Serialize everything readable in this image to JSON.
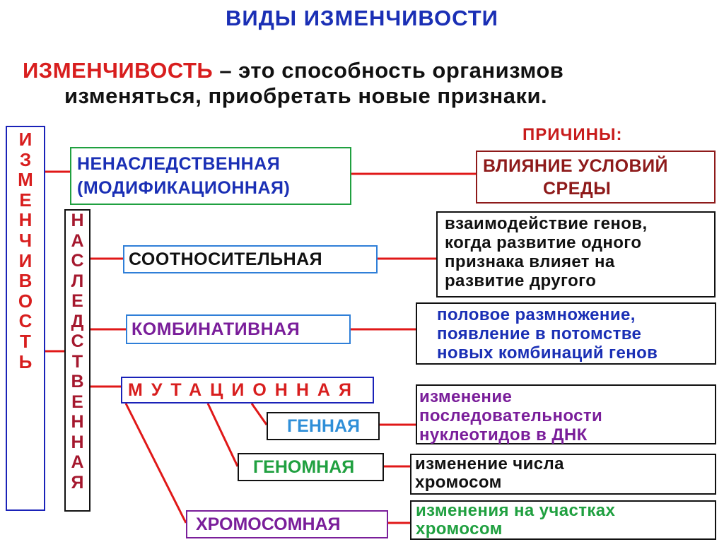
{
  "title": "ВИДЫ  ИЗМЕНЧИВОСТИ",
  "definition": {
    "term": "ИЗМЕНЧИВОСТЬ",
    "rest": " – это способность организмов",
    "line2": "изменяться,  приобретать новые признаки."
  },
  "reasons_title": "ПРИЧИНЫ:",
  "main_vertical": [
    "И",
    "З",
    "М",
    "Е",
    "Н",
    "Ч",
    "И",
    "В",
    "О",
    "С",
    "Т",
    "Ь"
  ],
  "hereditary_vertical": [
    "Н",
    "А",
    "С",
    "Л",
    "Е",
    "Д",
    "С",
    "Т",
    "В",
    "Е",
    "Н",
    "Н",
    "А",
    "Я"
  ],
  "non_hereditary": {
    "line1": "НЕНАСЛЕДСТВЕННАЯ",
    "line2": "(МОДИФИКАЦИОННАЯ)",
    "cause_line1": "ВЛИЯНИЕ УСЛОВИЙ",
    "cause_line2": "СРЕДЫ"
  },
  "correlative": {
    "label": "СООТНОСИТЕЛЬНАЯ",
    "desc": [
      "взаимодействие генов,",
      "когда развитие одного",
      "признака влияет  на",
      "развитие другого"
    ]
  },
  "combinative": {
    "label": "КОМБИНАТИВНАЯ",
    "desc": [
      "половое размножение,",
      "появление в потомстве",
      "новых комбинаций генов"
    ]
  },
  "mutational": {
    "label": "МУТАЦИОННАЯ"
  },
  "gene": {
    "label": "ГЕННАЯ",
    "desc": [
      "изменение",
      "последовательности",
      "нуклеотидов в ДНК"
    ]
  },
  "genomic": {
    "label": "ГЕНОМНАЯ",
    "desc": [
      "изменение числа",
      "хромосом"
    ]
  },
  "chromosomal": {
    "label": "ХРОМОСОМНАЯ",
    "desc": [
      "изменения на участках",
      "хромосом"
    ]
  },
  "colors": {
    "red": "#d81e1e",
    "blue": "#1a2fb5",
    "green": "#20a040",
    "purple": "#7a1e9a",
    "dark_red": "#8e1a1a",
    "light_blue": "#2f8fd8"
  }
}
